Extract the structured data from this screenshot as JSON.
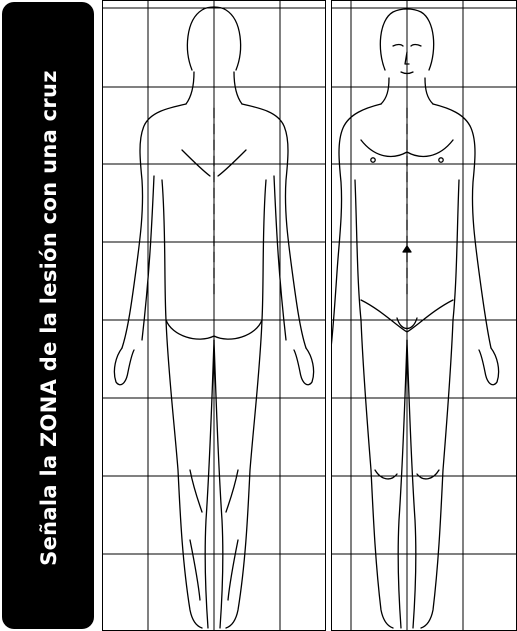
{
  "instruction": {
    "text": "Señala la ZONA de la lesión con una cruz"
  },
  "figures": [
    {
      "name": "back-view"
    },
    {
      "name": "front-view"
    }
  ],
  "colors": {
    "banner": "#000000",
    "banner_text": "#ffffff",
    "lines": "#000000"
  }
}
